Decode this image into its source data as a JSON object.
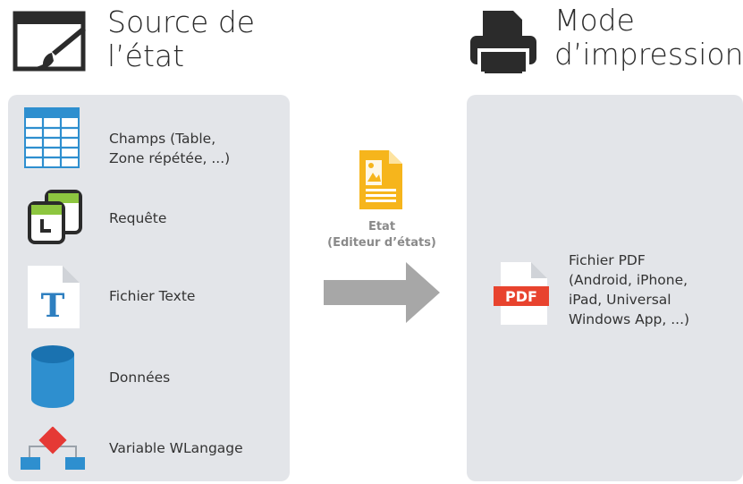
{
  "source": {
    "title_line1": "Source de",
    "title_line2": "l’état",
    "items": [
      {
        "icon": "table-grid-icon",
        "label_line1": "Champs (Table,",
        "label_line2": "Zone répétée, ...)"
      },
      {
        "icon": "query-icon",
        "label": "Requête"
      },
      {
        "icon": "text-file-icon",
        "label": "Fichier Texte"
      },
      {
        "icon": "database-icon",
        "label": "Données"
      },
      {
        "icon": "hierarchy-variable-icon",
        "label": "Variable WLangage"
      }
    ]
  },
  "middle": {
    "icon": "report-document-icon",
    "label_line1": "Etat",
    "label_line2": "(Editeur d’états)"
  },
  "output": {
    "title_line1": "Mode",
    "title_line2": "d’impression",
    "item": {
      "icon": "pdf-file-icon",
      "badge": "PDF",
      "label_line1": "Fichier PDF",
      "label_line2": "(Android, iPhone,",
      "label_line3": "iPad, Universal",
      "label_line4": "Windows App, ...)"
    }
  },
  "colors": {
    "panel": "#e3e5e9",
    "icon_blue": "#2e8fcf",
    "icon_dark": "#333333",
    "accent_green": "#8dc63f",
    "accent_red": "#e53935",
    "pdf_red": "#e8432e",
    "report_yellow": "#f6b51c",
    "arrow_gray": "#a7a7a7",
    "text": "#333333"
  }
}
